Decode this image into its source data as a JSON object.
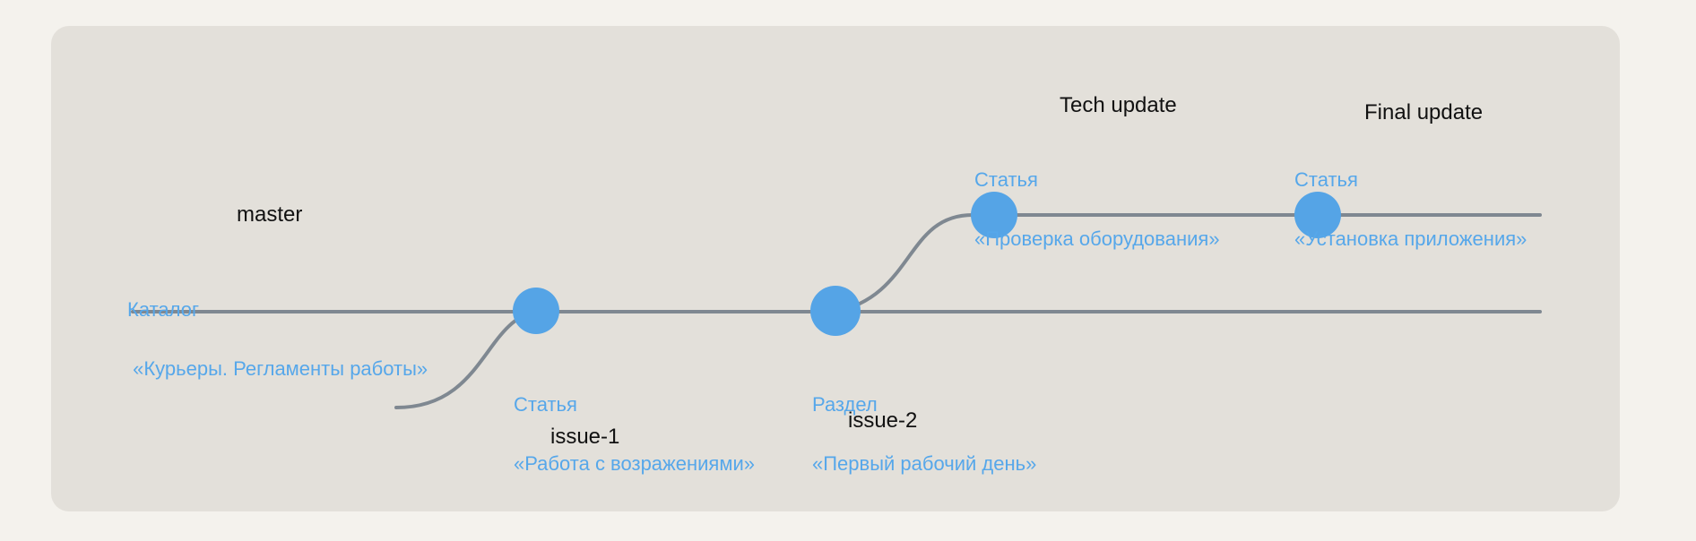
{
  "colors": {
    "background": "#f4f2ed",
    "panel": "#e3e0da",
    "line": "#7f8891",
    "node": "#55a4e6",
    "node_text": "#56a7ea",
    "branch_text": "#111111"
  },
  "branches": {
    "master": "master",
    "issue1": "issue-1",
    "issue2": "issue-2",
    "tech_update": "Tech update",
    "final_update": "Final update"
  },
  "nodes": {
    "catalog": {
      "line1": "Каталог",
      "line2": " «Курьеры. Регламенты работы»"
    },
    "article_objections": {
      "line1": "Статья",
      "line2": "«Работа с возражениями»"
    },
    "section_first_day": {
      "line1": "Раздел",
      "line2": "«Первый рабочий день»"
    },
    "article_equipment": {
      "line1": "Статья",
      "line2": "«Проверка оборудования»"
    },
    "article_install": {
      "line1": "Статья",
      "line2": "«Установка приложения»"
    }
  }
}
